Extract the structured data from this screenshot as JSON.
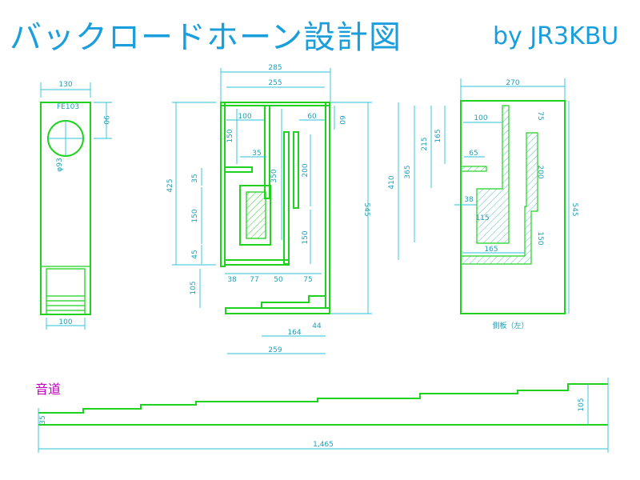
{
  "title": "バックロードホーン設計図",
  "author": "by JR3KBU",
  "front": {
    "width": "130",
    "driver": "FE103",
    "hole_offset": "90",
    "hole_diameter": "φ93",
    "mouth_width": "100"
  },
  "section": {
    "outer_width": "285",
    "inner_width": "255",
    "d100": "100",
    "d60a": "60",
    "d60b": "60",
    "d150": "150",
    "d35": "35",
    "d350": "350",
    "d200": "200",
    "d425": "425",
    "d35b": "35",
    "d150b": "150",
    "d150c": "150",
    "d45": "45",
    "d545": "545",
    "d105": "105",
    "d38": "38",
    "d77": "77",
    "d50": "50",
    "d75": "75",
    "d164": "164",
    "d44": "44",
    "d259": "259"
  },
  "side": {
    "width": "270",
    "d100": "100",
    "d75": "75",
    "d165": "165",
    "d215": "215",
    "d365": "365",
    "d410": "410",
    "d65": "65",
    "d38": "38",
    "d115": "115",
    "d200": "200",
    "d150": "150",
    "d165b": "165",
    "d545": "545",
    "caption": "側板（左）"
  },
  "path": {
    "label": "音道",
    "start": "35",
    "end": "105",
    "length": "1,465"
  }
}
